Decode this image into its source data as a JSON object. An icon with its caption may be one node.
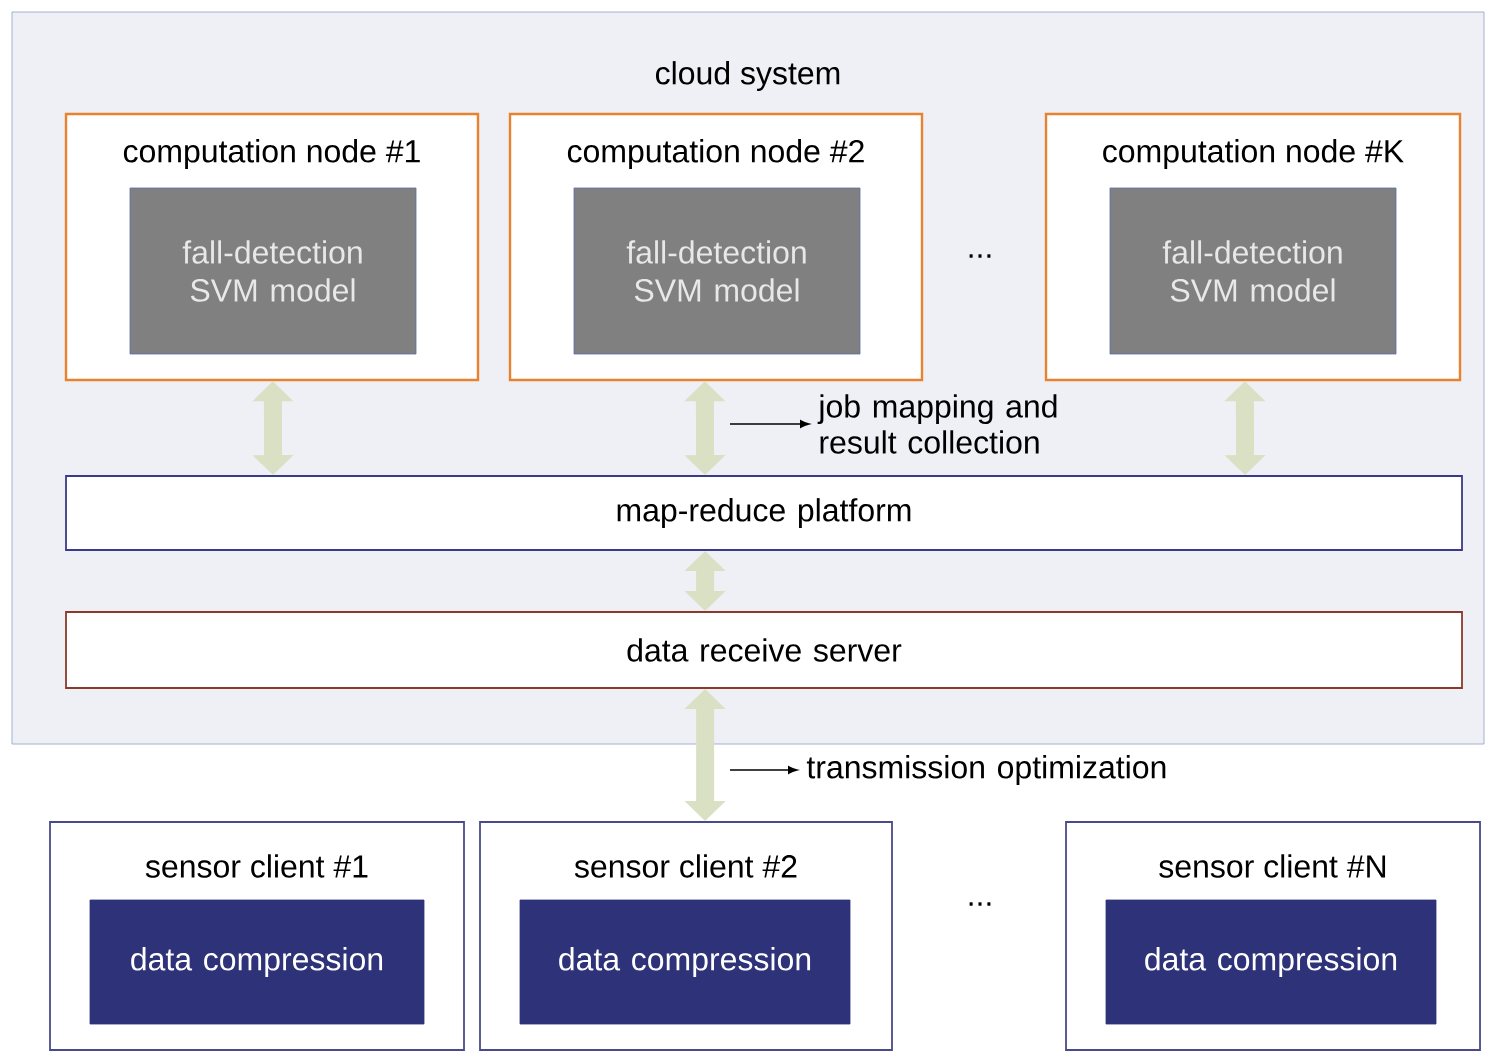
{
  "diagram": {
    "nodes": [
      {
        "text": [
          "cloud system"
        ]
      },
      {
        "text": [
          "computation node #1"
        ],
        "in": 0
      },
      {
        "text": [
          "fall-detection SVM model"
        ],
        "in": 1
      },
      {
        "text": [
          "computation node #2"
        ],
        "in": 0
      },
      {
        "text": [
          "fall-detection SVM model"
        ],
        "in": 3
      },
      {
        "text": [
          "computation node #K"
        ],
        "in": 0
      },
      {
        "text": [
          "fall-detection SVM model"
        ],
        "in": 5
      },
      {
        "text": [
          "map-reduce platform"
        ],
        "in": 0
      },
      {
        "text": [
          "data receive server"
        ],
        "in": 0
      },
      {
        "text": [
          "sensor client #1"
        ]
      },
      {
        "text": [
          "data compression"
        ],
        "in": 9
      },
      {
        "text": [
          "sensor client #2"
        ]
      },
      {
        "text": [
          "data compression"
        ],
        "in": 11
      },
      {
        "text": [
          "sensor client #N"
        ]
      },
      {
        "text": [
          "data compression"
        ],
        "in": 13
      }
    ],
    "edges": [
      {
        "from": 1,
        "to": 7,
        "arrow": "both"
      },
      {
        "from": 3,
        "to": 7,
        "arrow": "both",
        "label": "job mapping and result collection"
      },
      {
        "from": 5,
        "to": 7,
        "arrow": "both"
      },
      {
        "from": 7,
        "to": 8,
        "arrow": "both"
      },
      {
        "from": 8,
        "to": 11,
        "arrow": "both",
        "label": "transmission optimization"
      }
    ],
    "labels": [
      "...",
      "..."
    ]
  }
}
